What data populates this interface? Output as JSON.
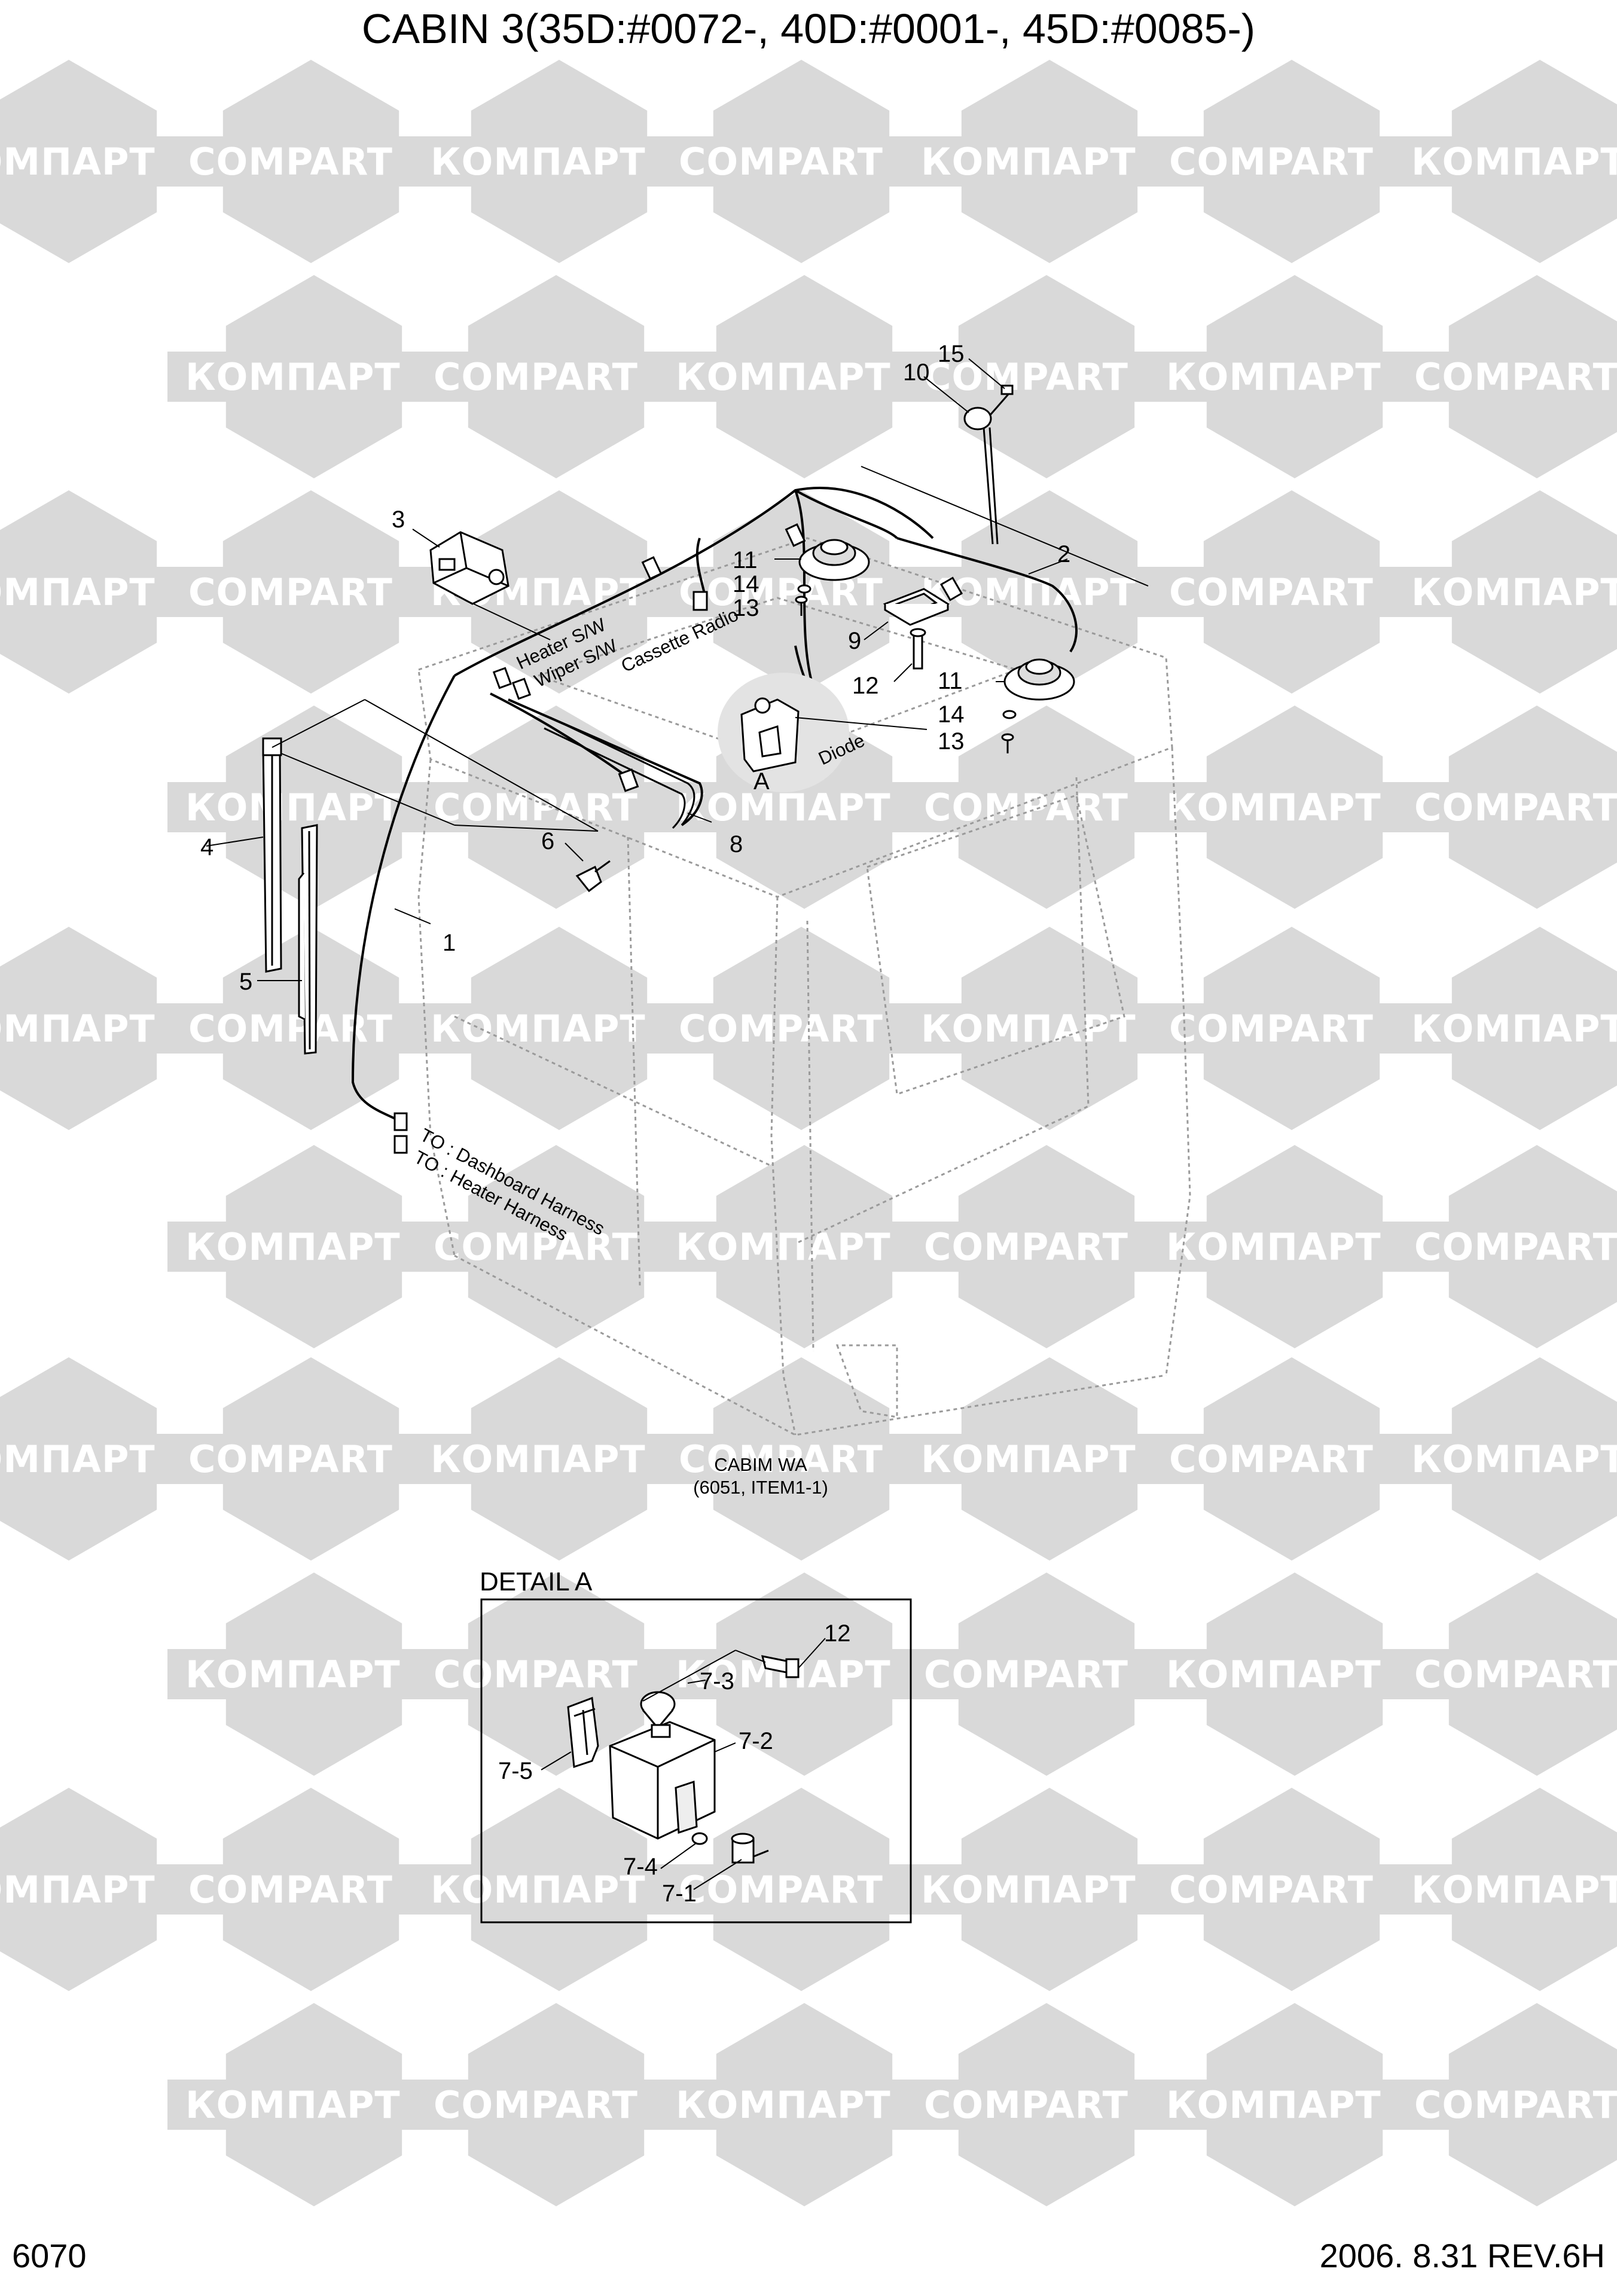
{
  "header": {
    "title": "CABIN 3(35D:#0072-, 40D:#0001-, 45D:#0085-)"
  },
  "footer": {
    "page_number": "6070",
    "revision": "2006. 8.31 REV.6H"
  },
  "watermark": {
    "left_text": "КОМПАРТ",
    "right_text": "COMPART",
    "color": "#d9d9d9"
  },
  "callouts": {
    "c1": "1",
    "c2": "2",
    "c3": "3",
    "c4": "4",
    "c5": "5",
    "c6": "6",
    "c8": "8",
    "c9": "9",
    "c10": "10",
    "c11a": "11",
    "c11b": "11",
    "c12": "12",
    "c13a": "13",
    "c13b": "13",
    "c14a": "14",
    "c14b": "14",
    "c15": "15",
    "cA": "A"
  },
  "wire_labels": {
    "heater_sw": "Heater S/W",
    "wiper_sw": "Wiper S/W",
    "cassette_radio": "Cassette Radio",
    "diode": "Diode",
    "to_dashboard": "TO : Dashboard Harness",
    "to_heater": "TO : Heater Harness"
  },
  "cabin_reference": {
    "line1": "CABIM WA",
    "line2": "(6051, ITEM1-1)"
  },
  "detail": {
    "title": "DETAIL A",
    "callouts": {
      "d12": "12",
      "d7_3": "7-3",
      "d7_2": "7-2",
      "d7_5": "7-5",
      "d7_4": "7-4",
      "d7_1": "7-1"
    }
  }
}
